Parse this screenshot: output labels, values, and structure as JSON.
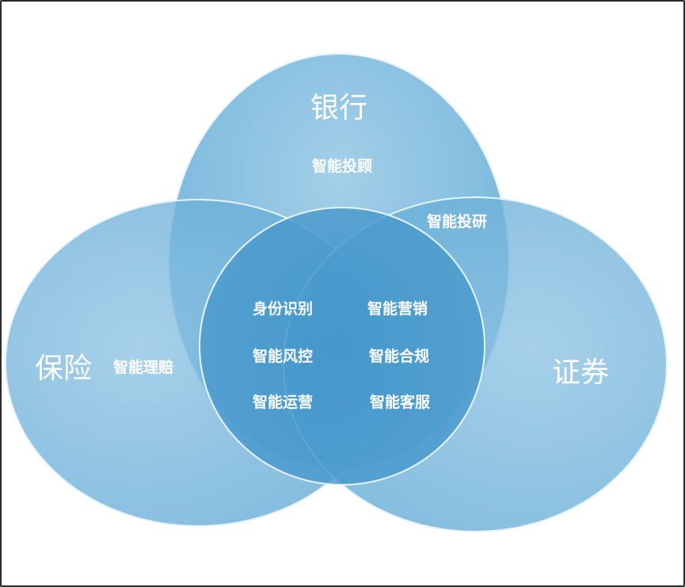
{
  "diagram": {
    "type": "venn",
    "colors": {
      "fill": "#5ea9d4",
      "fill_light": "#8fc4e3",
      "edge": "#e6f3fa",
      "text": "#ffffff"
    },
    "sets": [
      {
        "id": "bank",
        "label": "银行",
        "items": [
          "智能投顾"
        ]
      },
      {
        "id": "insurance",
        "label": "保险",
        "items": [
          "智能理赔"
        ]
      },
      {
        "id": "securities",
        "label": "证券",
        "items": []
      }
    ],
    "intersections": [
      {
        "sets": [
          "bank",
          "securities"
        ],
        "items": [
          "智能投研"
        ]
      },
      {
        "sets": [
          "bank",
          "insurance",
          "securities"
        ],
        "items": [
          "身份识别",
          "智能营销",
          "智能风控",
          "智能合规",
          "智能运营",
          "智能客服"
        ]
      }
    ]
  }
}
